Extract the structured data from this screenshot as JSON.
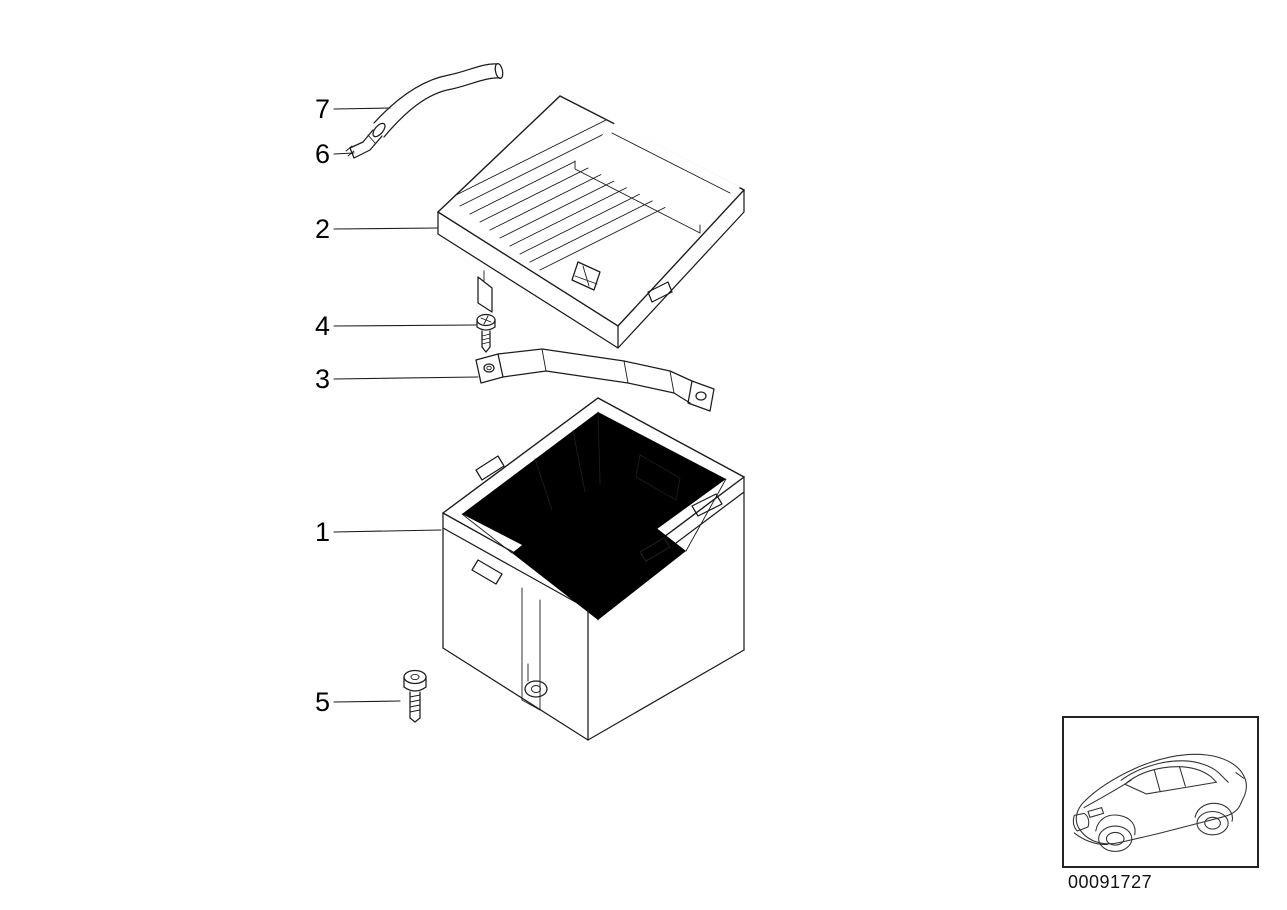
{
  "diagram": {
    "callouts": [
      {
        "label": "7"
      },
      {
        "label": "6"
      },
      {
        "label": "2"
      },
      {
        "label": "4"
      },
      {
        "label": "3"
      },
      {
        "label": "1"
      },
      {
        "label": "5"
      }
    ],
    "footer": {
      "part_number": "00091727"
    },
    "icons": {
      "thumbnail": "car-icon"
    },
    "colors": {
      "background": "#ffffff",
      "line": "#1c1c1c"
    }
  }
}
